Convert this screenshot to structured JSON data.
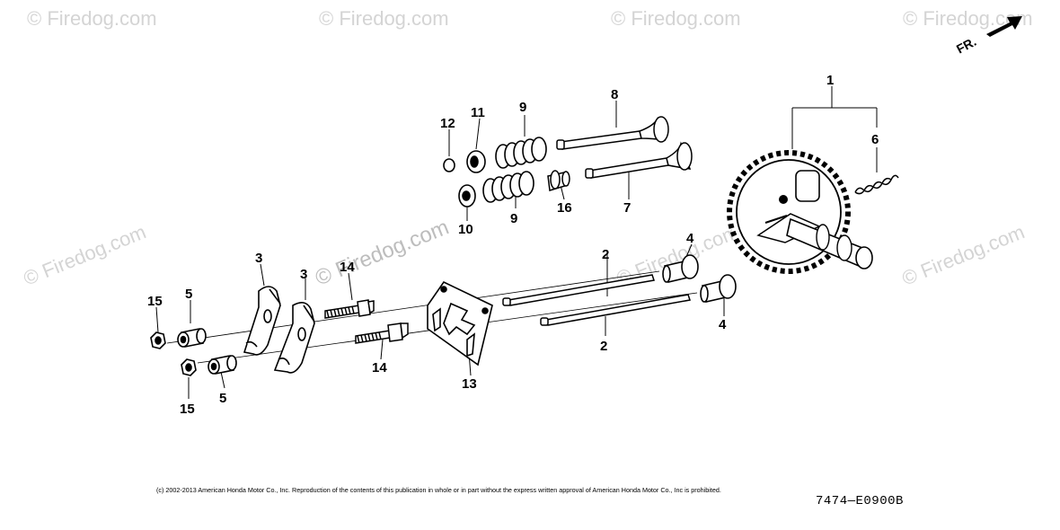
{
  "watermarks": {
    "text": "© Firedog.com",
    "center_text": "© Firedog.com"
  },
  "direction": {
    "label": "FR."
  },
  "callouts": {
    "c1": "1",
    "c2a": "2",
    "c2b": "2",
    "c3a": "3",
    "c3b": "3",
    "c4a": "4",
    "c4b": "4",
    "c5a": "5",
    "c5b": "5",
    "c6": "6",
    "c7": "7",
    "c8": "8",
    "c9a": "9",
    "c9b": "9",
    "c10": "10",
    "c11": "11",
    "c12": "12",
    "c13": "13",
    "c14a": "14",
    "c14b": "14",
    "c15a": "15",
    "c15b": "15",
    "c16": "16"
  },
  "footer": {
    "copyright": "(c) 2002-2013 American Honda Motor Co., Inc. Reproduction of the contents of this publication in whole or in part without the express written approval of American Honda Motor Co., Inc is prohibited.",
    "diagram_code": "7474—E0900B"
  }
}
